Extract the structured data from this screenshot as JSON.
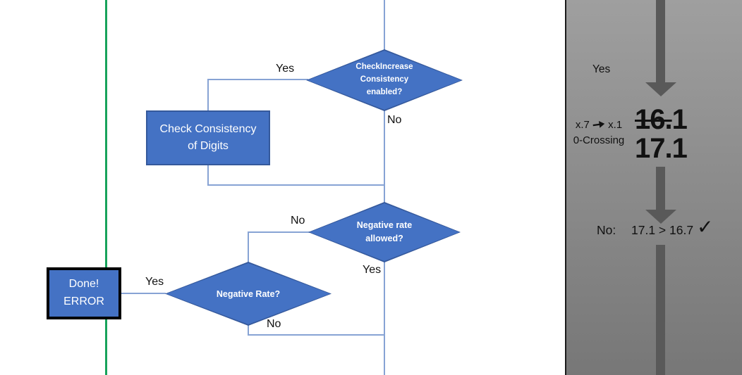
{
  "colors": {
    "shape_blue": "#4472c4",
    "shape_border": "#35599c",
    "connector": "#87a3d4",
    "green_line": "#17a35b",
    "arrow_gray": "#595959",
    "panel_top": "#9f9f9f",
    "panel_bottom": "#777777"
  },
  "flowchart": {
    "decision_consistency": {
      "text": "CheckIncrease\nConsistency\nenabled?",
      "yes_label": "Yes",
      "no_label": "No"
    },
    "process_check": {
      "text": "Check Consistency\nof Digits"
    },
    "decision_negative_allowed": {
      "text": "Negative rate\nallowed?",
      "no_label": "No",
      "yes_label": "Yes"
    },
    "decision_negative_rate": {
      "text": "Negative Rate?",
      "yes_label": "Yes",
      "no_label": "No"
    },
    "terminal_error": {
      "text": "Done!\nERROR"
    }
  },
  "side_panel": {
    "yes_label": "Yes",
    "mapping_from": "x.7",
    "mapping_to": "x.1",
    "mapping_caption": "0-Crossing",
    "old_value_struck": "16.",
    "old_value_tail": "1",
    "new_value": "17.1",
    "result_label": "No:",
    "result_expression": "17.1 > 16.7",
    "check_icon": "✓"
  }
}
